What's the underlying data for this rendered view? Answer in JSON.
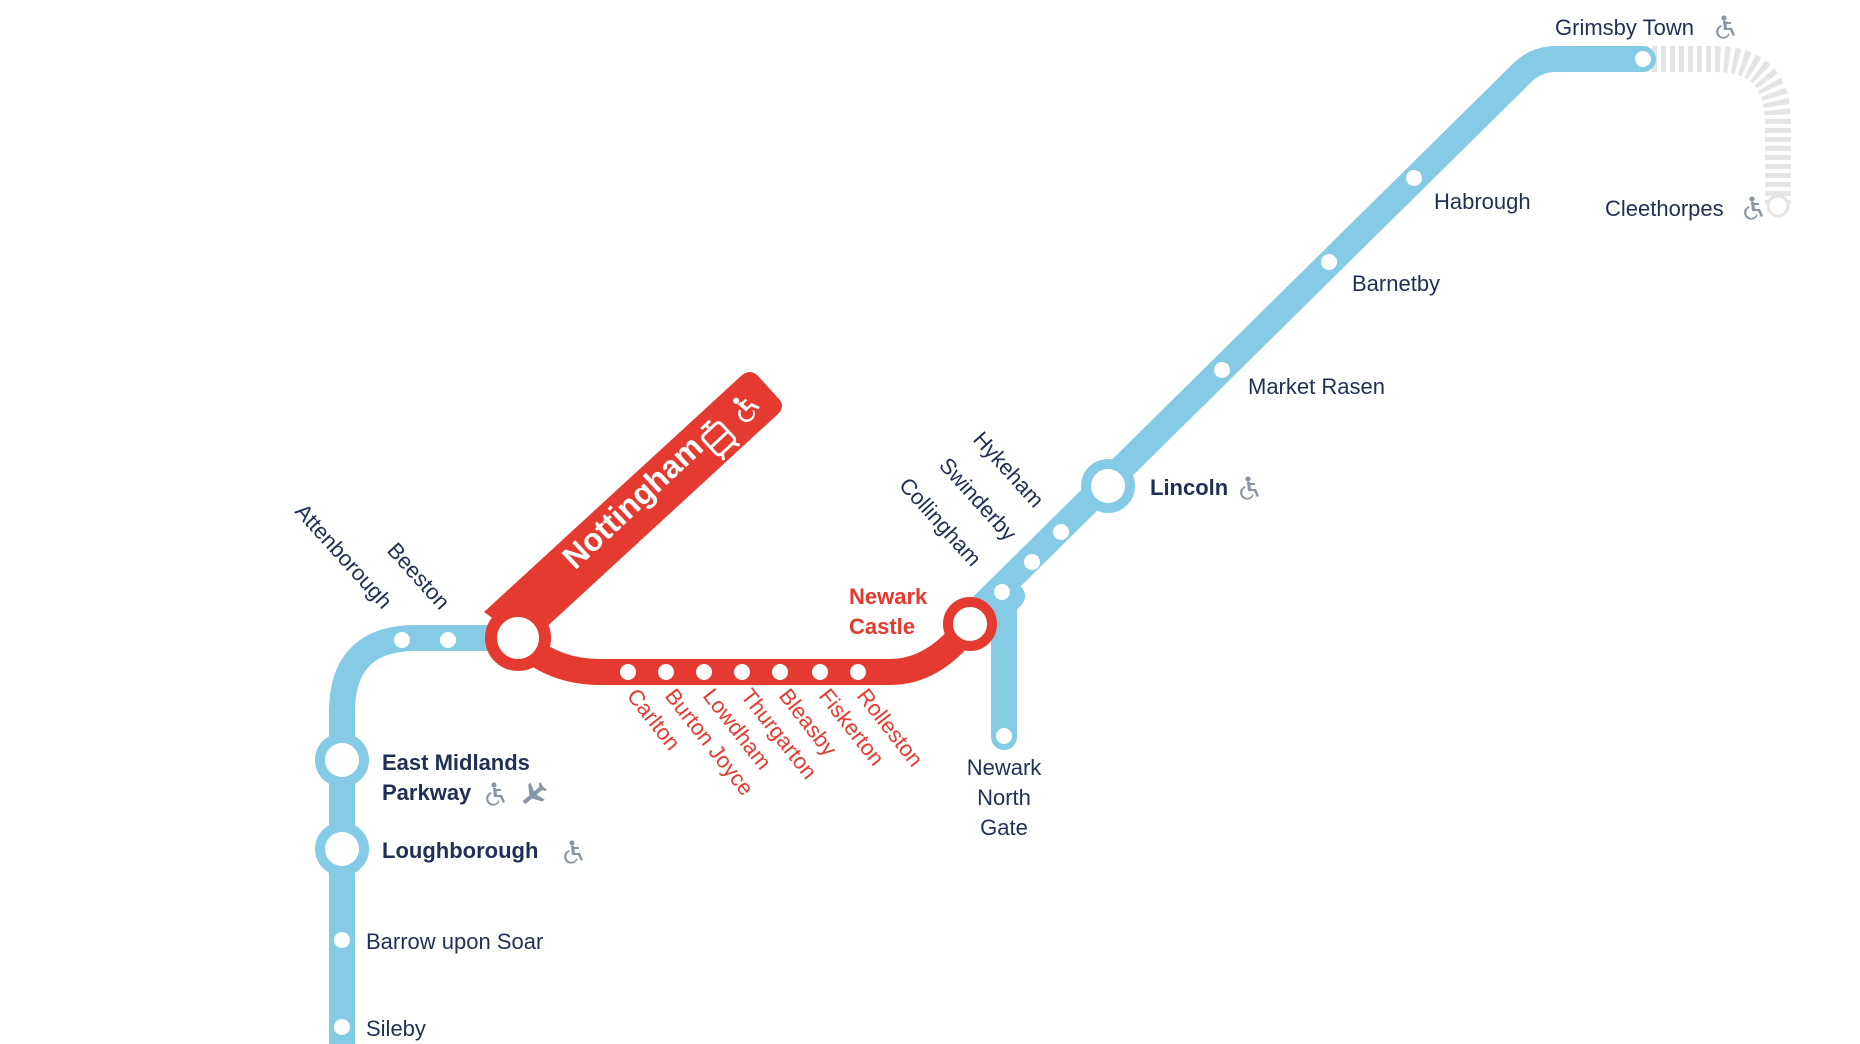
{
  "colors": {
    "blue_line": "#86cbe6",
    "red_line": "#e43a2f",
    "grey_line": "#e4e4e4",
    "label": "#1f2f55",
    "access_icon": "#8896a6"
  },
  "icons": {
    "accessible": "wheelchair-icon",
    "airport": "airplane-icon",
    "tram": "tram-icon"
  },
  "hub": {
    "name": "Nottingham"
  },
  "stations": {
    "grimsby_town": "Grimsby Town",
    "cleethorpes": "Cleethorpes",
    "habrough": "Habrough",
    "barnetby": "Barnetby",
    "market_rasen": "Market Rasen",
    "lincoln": "Lincoln",
    "hykeham": "Hykeham",
    "swinderby": "Swinderby",
    "collingham": "Collingham",
    "newark_castle_1": "Newark",
    "newark_castle_2": "Castle",
    "newark_north_gate_1": "Newark",
    "newark_north_gate_2": "North",
    "newark_north_gate_3": "Gate",
    "rolleston": "Rolleston",
    "fiskerton": "Fiskerton",
    "bleasby": "Bleasby",
    "thurgarton": "Thurgarton",
    "lowdham": "Lowdham",
    "burton_joyce": "Burton Joyce",
    "carlton": "Carlton",
    "attenborough": "Attenborough",
    "beeston": "Beeston",
    "east_midlands_parkway_1": "East Midlands",
    "east_midlands_parkway_2": "Parkway",
    "loughborough": "Loughborough",
    "barrow_upon_soar": "Barrow upon Soar",
    "sileby": "Sileby"
  }
}
